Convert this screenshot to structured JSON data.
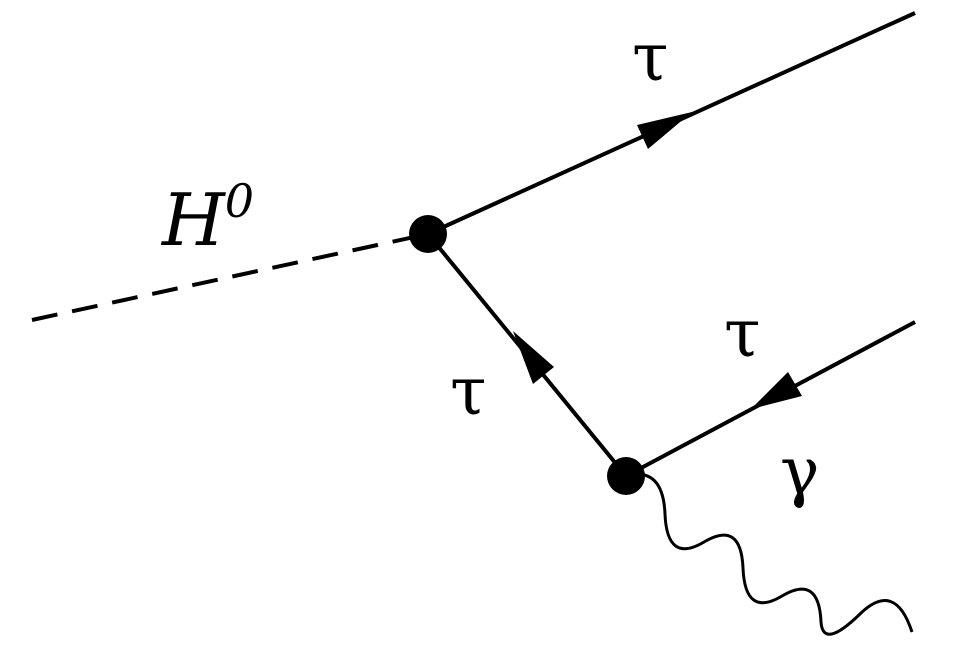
{
  "diagram": {
    "labels": {
      "higgs_base": "H",
      "higgs_superscript": "0",
      "tau_outgoing_top": "τ",
      "tau_internal": "τ",
      "tau_outgoing_bottom": "τ",
      "photon": "γ"
    },
    "colors": {
      "line": "#000000",
      "background": "#ffffff"
    }
  }
}
